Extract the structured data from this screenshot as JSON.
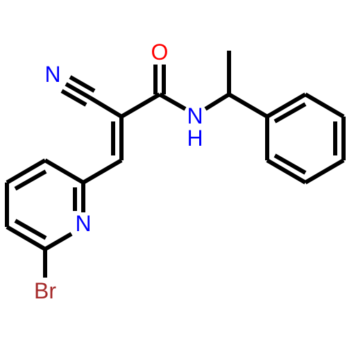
{
  "molecule": {
    "atoms": {
      "oxygen": {
        "label": "O",
        "color": "#ff0000"
      },
      "nitrile_nitrogen": {
        "label": "N",
        "color": "#0000ff"
      },
      "amide_nitrogen": {
        "label": "N",
        "color": "#0000ff"
      },
      "amide_hydrogen": {
        "label": "H",
        "color": "#0000ff"
      },
      "pyridine_nitrogen": {
        "label": "N",
        "color": "#0000ff"
      },
      "bromine": {
        "label": "Br",
        "color": "#a52a2a"
      }
    },
    "bond_color": "#000000"
  }
}
